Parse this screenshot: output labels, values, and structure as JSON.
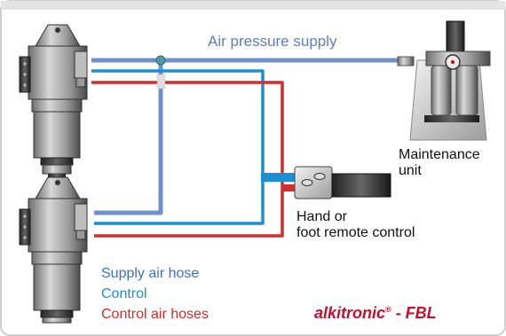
{
  "diagram": {
    "air_supply_label": "Air pressure supply",
    "maintenance_unit": [
      "Maintenance",
      "unit"
    ],
    "remote_control": [
      "Hand or",
      "foot remote control"
    ],
    "legend": {
      "supply": "Supply air hose",
      "control": "Control",
      "control_hoses": "Control air hoses"
    },
    "brand": {
      "name": "alkitronic",
      "mark": "®",
      "suffix": " - FBL"
    }
  },
  "colors": {
    "supply_hose": "#6f8fcf",
    "control_hose": "#1a8fd4",
    "control_air_hose": "#d42b2b",
    "brand": "#c8102e",
    "frame": "#cfcfcf"
  },
  "icons": [
    "torque-tool-icon",
    "maintenance-unit-icon",
    "remote-control-icon"
  ]
}
